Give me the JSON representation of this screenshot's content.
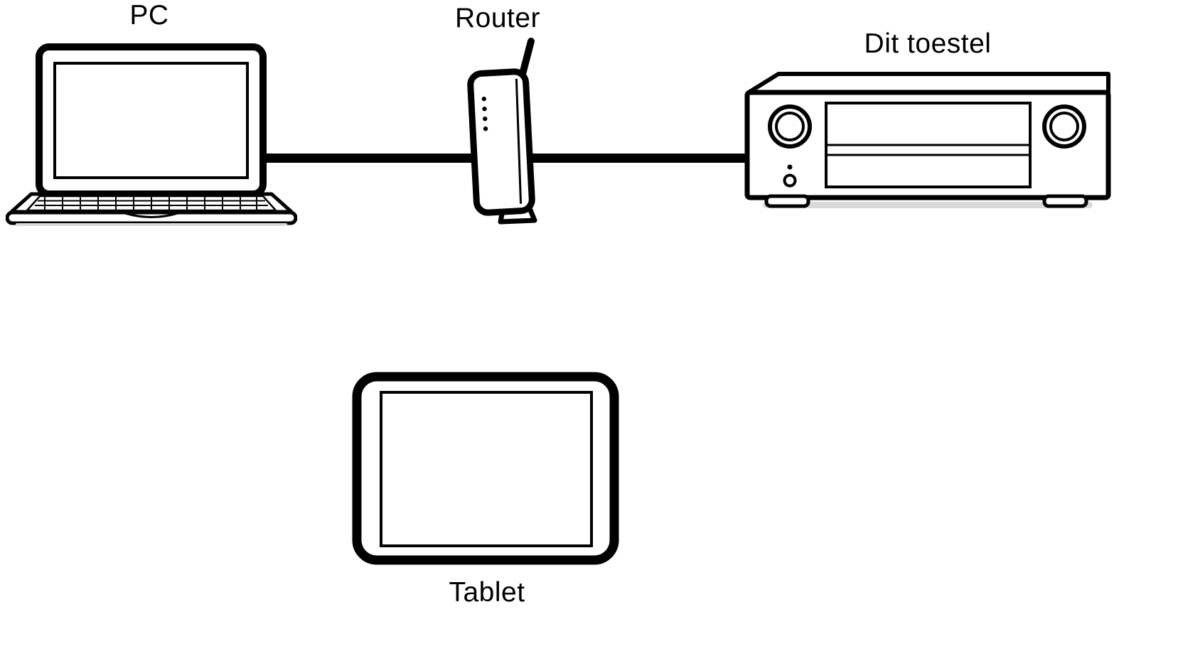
{
  "diagram": {
    "type": "network-connection-diagram",
    "nodes": [
      {
        "id": "pc",
        "label": "PC",
        "icon": "laptop-icon"
      },
      {
        "id": "router",
        "label": "Router",
        "icon": "router-icon"
      },
      {
        "id": "receiver",
        "label": "Dit toestel",
        "icon": "av-receiver-icon"
      },
      {
        "id": "tablet",
        "label": "Tablet",
        "icon": "tablet-icon"
      }
    ],
    "connections": [
      {
        "from": "pc",
        "to": "router",
        "style": "wired-cable"
      },
      {
        "from": "router",
        "to": "receiver",
        "style": "wired-cable"
      }
    ],
    "colors": {
      "line": "#000000",
      "fill": "#ffffff",
      "shadow": "#d9d9d9"
    }
  }
}
